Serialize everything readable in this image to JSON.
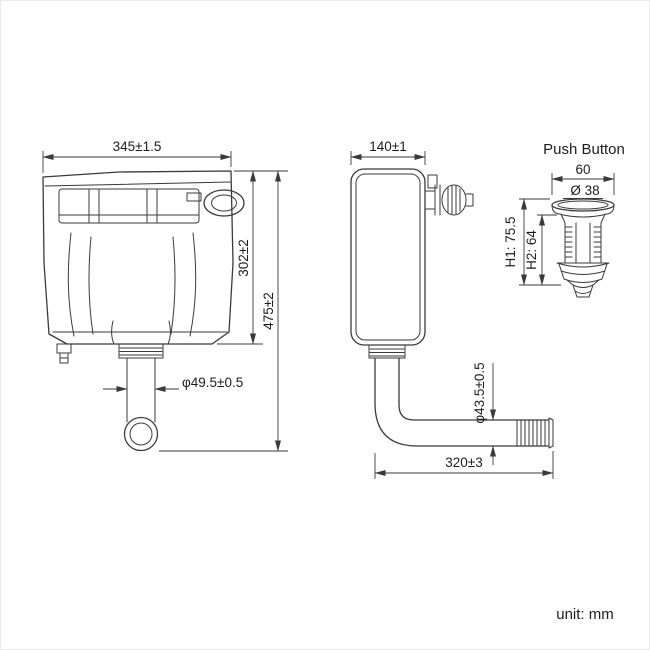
{
  "drawing": {
    "front_view": {
      "width": "345±1.5",
      "body_height": "302±2",
      "total_height": "475±2",
      "outlet_diameter": "φ49.5±0.5"
    },
    "side_view": {
      "depth": "140±1",
      "pipe_diameter": "φ43.5±0.5",
      "pipe_length": "320±3"
    },
    "push_button": {
      "title": "Push Button",
      "width": "60",
      "diameter": "Ø 38",
      "h1": "H1: 75.5",
      "h2": "H2: 64"
    },
    "unit": "unit: mm",
    "line_color": "#3a3a3a"
  }
}
